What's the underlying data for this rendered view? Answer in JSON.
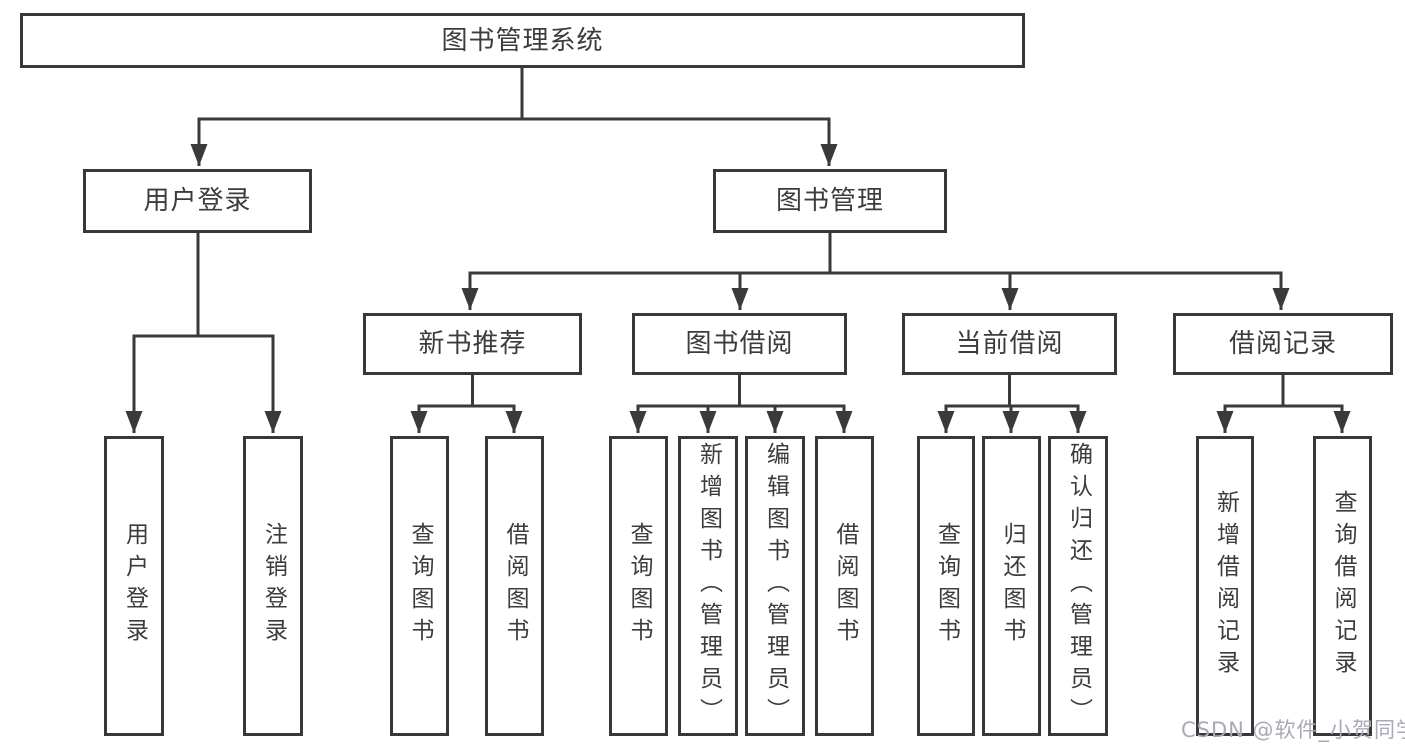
{
  "diagram": {
    "root": {
      "label": "图书管理系统"
    },
    "level2": [
      {
        "label": "用户登录"
      },
      {
        "label": "图书管理"
      }
    ],
    "level3": [
      {
        "label": "新书推荐"
      },
      {
        "label": "图书借阅"
      },
      {
        "label": "当前借阅"
      },
      {
        "label": "借阅记录"
      }
    ],
    "leaves": [
      {
        "label": "用户登录"
      },
      {
        "label": "注销登录"
      },
      {
        "label": "查询图书"
      },
      {
        "label": "借阅图书"
      },
      {
        "label": "查询图书"
      },
      {
        "label": "新增图书（管理员）"
      },
      {
        "label": "编辑图书（管理员）"
      },
      {
        "label": "借阅图书"
      },
      {
        "label": "查询图书"
      },
      {
        "label": "归还图书"
      },
      {
        "label": "确认归还（管理员）"
      },
      {
        "label": "新增借阅记录"
      },
      {
        "label": "查询借阅记录"
      }
    ],
    "colors": {
      "line": "#3a3a3a",
      "box_border": "#383838",
      "text": "#3c3c3c",
      "background": "#ffffff",
      "watermark": "#a9a9b8"
    }
  },
  "watermark": {
    "text": "CSDN @软件_小贺同学"
  }
}
